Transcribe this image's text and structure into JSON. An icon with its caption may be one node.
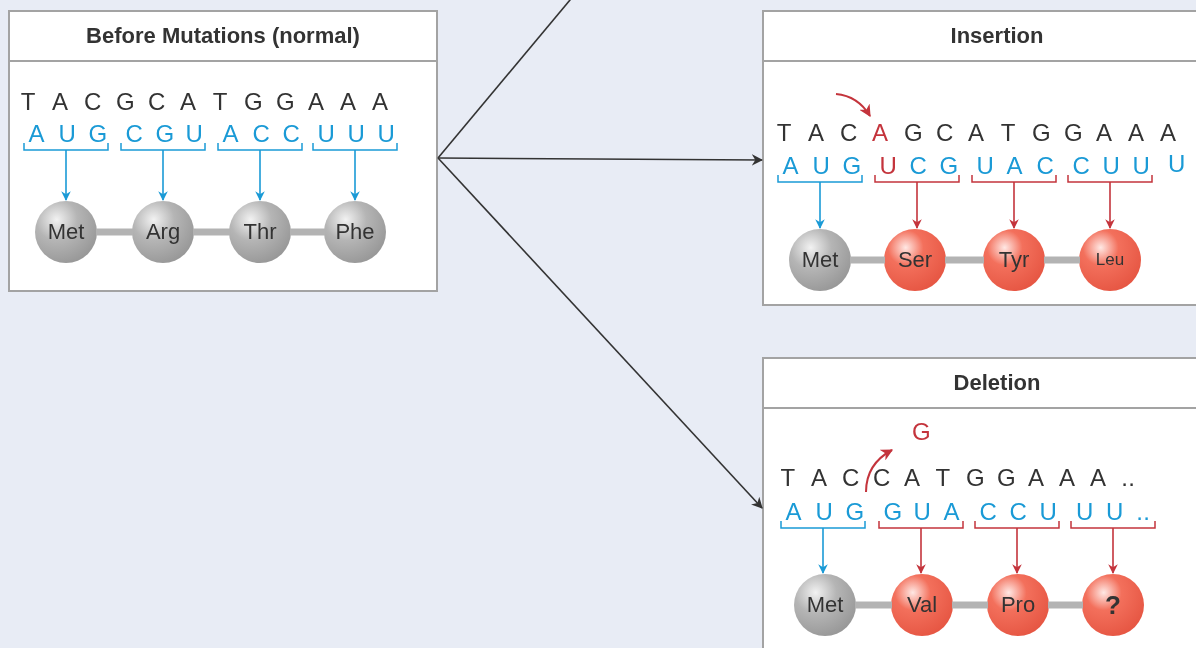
{
  "diagram": {
    "nodes": [
      {
        "text": [
          "Before Mutations (normal)",
          "T A C G C A T G G A A A"
        ]
      },
      {
        "text": [
          "A U G"
        ],
        "in": 0
      },
      {
        "text": [
          "C G U"
        ],
        "in": 0
      },
      {
        "text": [
          "A C C"
        ],
        "in": 0
      },
      {
        "text": [
          "U U U"
        ],
        "in": 0
      },
      {
        "text": [
          "Met"
        ],
        "in": 0
      },
      {
        "text": [
          "Arg"
        ],
        "in": 0
      },
      {
        "text": [
          "Thr"
        ],
        "in": 0
      },
      {
        "text": [
          "Phe"
        ],
        "in": 0
      },
      {
        "text": [
          "Insertion",
          "T A C A G C A T G G A A A"
        ]
      },
      {
        "text": [
          "A U G"
        ],
        "in": 9
      },
      {
        "text": [
          "U C G"
        ],
        "in": 9
      },
      {
        "text": [
          "U A C"
        ],
        "in": 9
      },
      {
        "text": [
          "C U U"
        ],
        "in": 9
      },
      {
        "text": [
          "Met"
        ],
        "in": 9
      },
      {
        "text": [
          "Ser"
        ],
        "in": 9
      },
      {
        "text": [
          "Tyr"
        ],
        "in": 9
      },
      {
        "text": [
          "Leu"
        ],
        "in": 9
      },
      {
        "text": [
          "Deletion",
          "T A C C A T G G A A A .."
        ]
      },
      {
        "text": [
          "A U G"
        ],
        "in": 18
      },
      {
        "text": [
          "G U A"
        ],
        "in": 18
      },
      {
        "text": [
          "C C U"
        ],
        "in": 18
      },
      {
        "text": [
          "U U .."
        ],
        "in": 18
      },
      {
        "text": [
          "Met"
        ],
        "in": 18
      },
      {
        "text": [
          "Val"
        ],
        "in": 18
      },
      {
        "text": [
          "Pro"
        ],
        "in": 18
      },
      {
        "text": [
          "?"
        ],
        "in": 18
      }
    ],
    "edges": [
      {
        "from": 0,
        "to": 9,
        "arrow": "to",
        "color": "#333333"
      },
      {
        "from": 0,
        "to": 18,
        "arrow": "to",
        "color": "#333333"
      },
      {
        "from": 0,
        "to": null,
        "arrow": "none",
        "color": "#333333"
      },
      {
        "from": 1,
        "to": 5,
        "arrow": "to",
        "color": "#1a9ad6"
      },
      {
        "from": 2,
        "to": 6,
        "arrow": "to",
        "color": "#1a9ad6"
      },
      {
        "from": 3,
        "to": 7,
        "arrow": "to",
        "color": "#1a9ad6"
      },
      {
        "from": 4,
        "to": 8,
        "arrow": "to",
        "color": "#1a9ad6"
      },
      {
        "from": 5,
        "to": 6,
        "arrow": "none",
        "style": "thick",
        "color": "#b3b3b3"
      },
      {
        "from": 6,
        "to": 7,
        "arrow": "none",
        "style": "thick",
        "color": "#b3b3b3"
      },
      {
        "from": 7,
        "to": 8,
        "arrow": "none",
        "style": "thick",
        "color": "#b3b3b3"
      },
      {
        "from": 10,
        "to": 14,
        "arrow": "to",
        "color": "#1a9ad6"
      },
      {
        "from": 11,
        "to": 15,
        "arrow": "to",
        "color": "#c4343c"
      },
      {
        "from": 12,
        "to": 16,
        "arrow": "to",
        "color": "#c4343c"
      },
      {
        "from": 13,
        "to": 17,
        "arrow": "to",
        "color": "#c4343c"
      },
      {
        "from": 14,
        "to": 15,
        "arrow": "none",
        "style": "thick",
        "color": "#b3b3b3"
      },
      {
        "from": 15,
        "to": 16,
        "arrow": "none",
        "style": "thick",
        "color": "#b3b3b3"
      },
      {
        "from": 16,
        "to": 17,
        "arrow": "none",
        "style": "thick",
        "color": "#b3b3b3"
      },
      {
        "from": 19,
        "to": 23,
        "arrow": "to",
        "color": "#1a9ad6"
      },
      {
        "from": 20,
        "to": 24,
        "arrow": "to",
        "color": "#c4343c"
      },
      {
        "from": 21,
        "to": 25,
        "arrow": "to",
        "color": "#c4343c"
      },
      {
        "from": 22,
        "to": 26,
        "arrow": "to",
        "color": "#c4343c"
      },
      {
        "from": 23,
        "to": 24,
        "arrow": "none",
        "style": "thick",
        "color": "#b3b3b3"
      },
      {
        "from": 24,
        "to": 25,
        "arrow": "none",
        "style": "thick",
        "color": "#b3b3b3"
      },
      {
        "from": 25,
        "to": 26,
        "arrow": "none",
        "style": "thick",
        "color": "#b3b3b3"
      }
    ],
    "labels": [
      "U",
      "G"
    ]
  }
}
